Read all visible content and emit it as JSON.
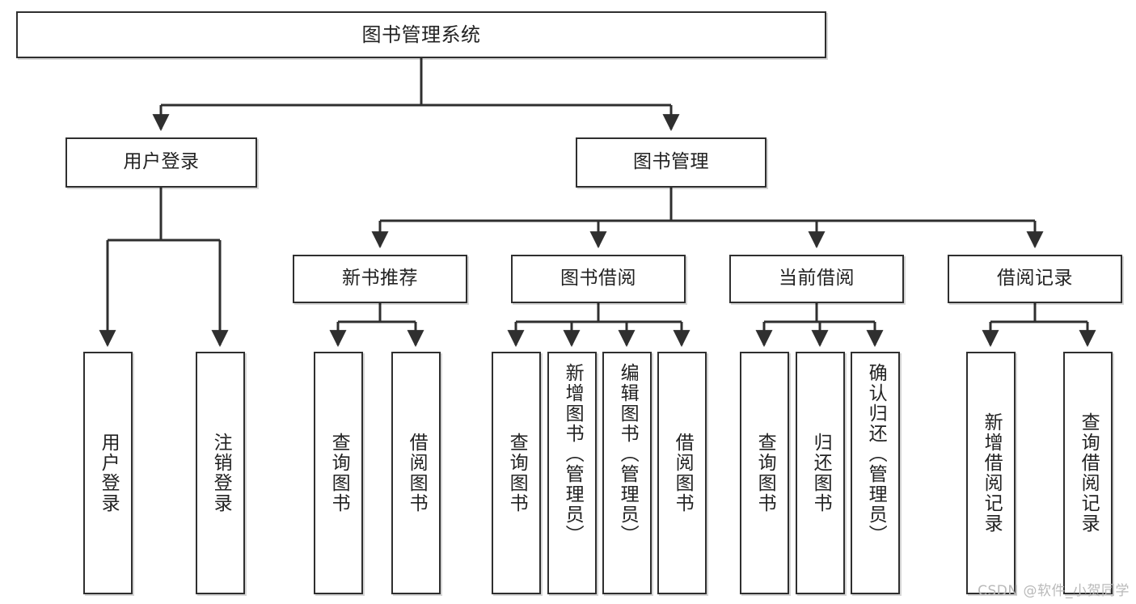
{
  "diagram": {
    "title": "图书管理系统",
    "type": "tree-hierarchy-diagram",
    "watermark": "CSDN @软件_小贺同学",
    "colors": {
      "node_border": "#2f2f2f",
      "node_fill": "#ffffff",
      "edge": "#2f2f2f",
      "text": "#222222",
      "watermark": "#b9b9b9",
      "background": "#ffffff"
    }
  },
  "nodes": {
    "root": {
      "label": "图书管理系统"
    },
    "level2": [
      {
        "label": "用户登录"
      },
      {
        "label": "图书管理"
      }
    ],
    "level3": [
      {
        "label": "新书推荐"
      },
      {
        "label": "图书借阅"
      },
      {
        "label": "当前借阅"
      },
      {
        "label": "借阅记录"
      }
    ],
    "leaves_user_login": [
      {
        "label": "用户登录"
      },
      {
        "label": "注销登录"
      }
    ],
    "leaves_new_book": [
      {
        "label": "查询图书"
      },
      {
        "label": "借阅图书"
      }
    ],
    "leaves_book_borrow": [
      {
        "label": "查询图书"
      },
      {
        "label": "新增图书（管理员）"
      },
      {
        "label": "编辑图书（管理员）"
      },
      {
        "label": "借阅图书"
      }
    ],
    "leaves_current_borrow": [
      {
        "label": "查询图书"
      },
      {
        "label": "归还图书"
      },
      {
        "label": "确认归还（管理员）"
      }
    ],
    "leaves_borrow_record": [
      {
        "label": "新增借阅记录"
      },
      {
        "label": "查询借阅记录"
      }
    ]
  }
}
